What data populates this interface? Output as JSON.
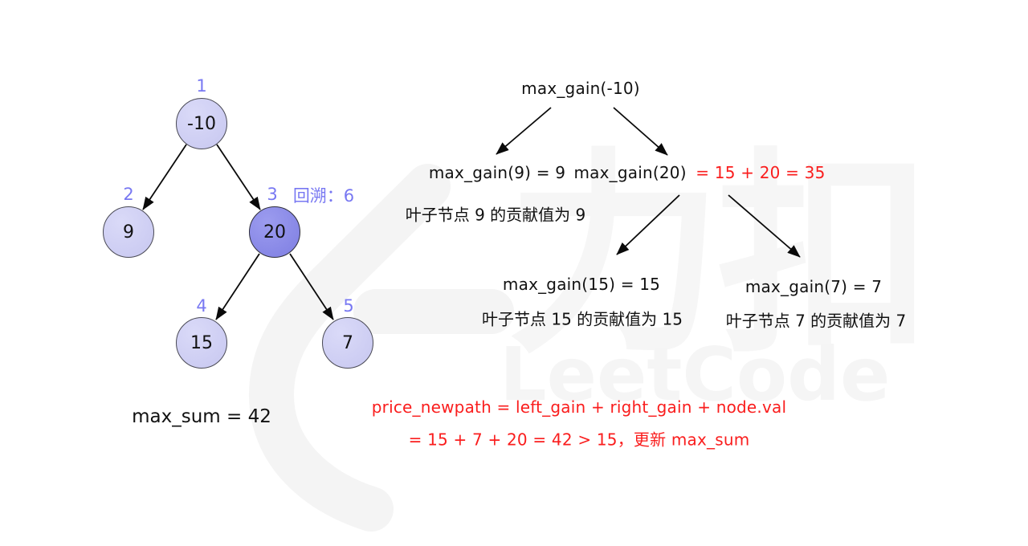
{
  "colors": {
    "background": "#ffffff",
    "node_light_fill": "#cdcdf4",
    "node_dark_fill": "#8a8ae9",
    "node_border": "#4a4a55",
    "label_blue": "#7878f2",
    "highlight_red": "#fa1d1d",
    "text_black": "#111111",
    "watermark_gray": "#f4f4f4"
  },
  "tree": {
    "nodes": [
      {
        "label": "1",
        "value": "-10"
      },
      {
        "label": "2",
        "value": "9"
      },
      {
        "label": "3",
        "value": "20",
        "annotation": "回溯：6"
      },
      {
        "label": "4",
        "value": "15"
      },
      {
        "label": "5",
        "value": "7"
      }
    ],
    "max_sum_text": "max_sum = 42"
  },
  "recursion": {
    "root_call": "max_gain(-10)",
    "left_call": "max_gain(9) = 9",
    "left_note": "叶子节点 9 的贡献值为 9",
    "right_call": "max_gain(20)",
    "right_call_result": "= 15 + 20 = 35",
    "grandchild_left_call": "max_gain(15) = 15",
    "grandchild_left_note": "叶子节点 15 的贡献值为 15",
    "grandchild_right_call": "max_gain(7) = 7",
    "grandchild_right_note": "叶子节点 7 的贡献值为 7",
    "formula_line1": "price_newpath = left_gain + right_gain + node.val",
    "formula_line2": "= 15 + 7 + 20 = 42 > 15，更新 max_sum"
  },
  "watermark": {
    "cn": "力扣",
    "en": "LeetCode"
  }
}
